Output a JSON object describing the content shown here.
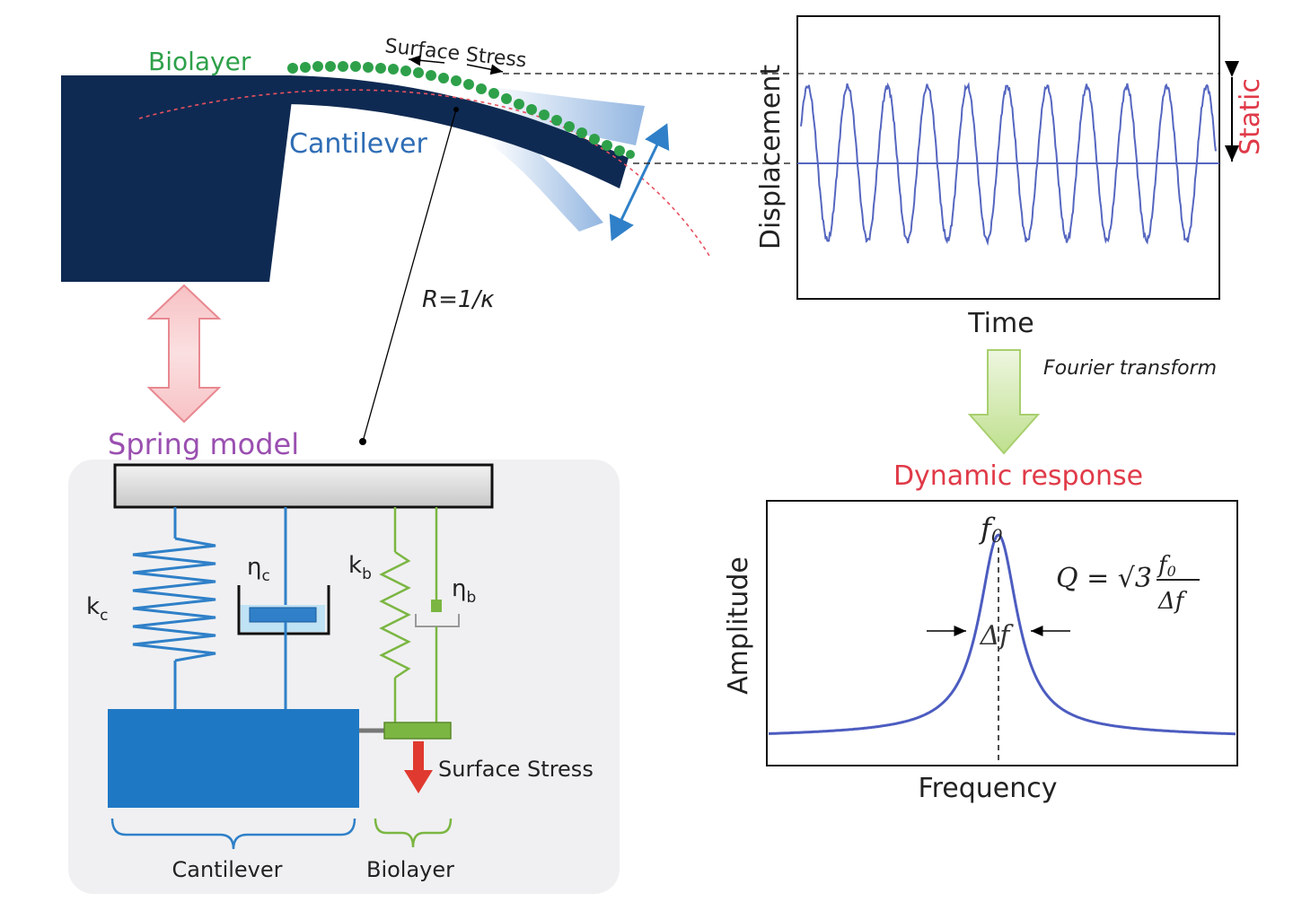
{
  "cantilever_illustration": {
    "biolayer_label": "Biolayer",
    "surface_stress_label": "Surface Stress",
    "cantilever_label": "Cantilever",
    "radius_label": "R=1/κ"
  },
  "spring_model": {
    "title": "Spring model",
    "kc_main": "k",
    "kc_sub": "c",
    "etac_main": "η",
    "etac_sub": "c",
    "kb_main": "k",
    "kb_sub": "b",
    "etab_main": "η",
    "etab_sub": "b",
    "surface_stress_label": "Surface Stress",
    "cantilever_bracket_label": "Cantilever",
    "biolayer_bracket_label": "Biolayer"
  },
  "time_plot": {
    "ylabel": "Displacement",
    "xlabel": "Time",
    "static_label": "Static"
  },
  "transform": {
    "label": "Fourier transform"
  },
  "frequency_plot": {
    "title": "Dynamic response",
    "ylabel": "Amplitude",
    "xlabel": "Frequency",
    "peak_label": "f",
    "peak_sub": "0",
    "width_label": "Δf",
    "q_lhs": "Q = √3",
    "q_num": "f",
    "q_num_sub": "0",
    "q_den": "Δf"
  },
  "colors": {
    "navy": "#0f2a52",
    "blue": "#2f80c8",
    "green": "#7bb642",
    "biolayer_green": "#2ea04a",
    "red": "#e03a48",
    "purple": "#9a4fb0",
    "signal": "#5566c0"
  }
}
